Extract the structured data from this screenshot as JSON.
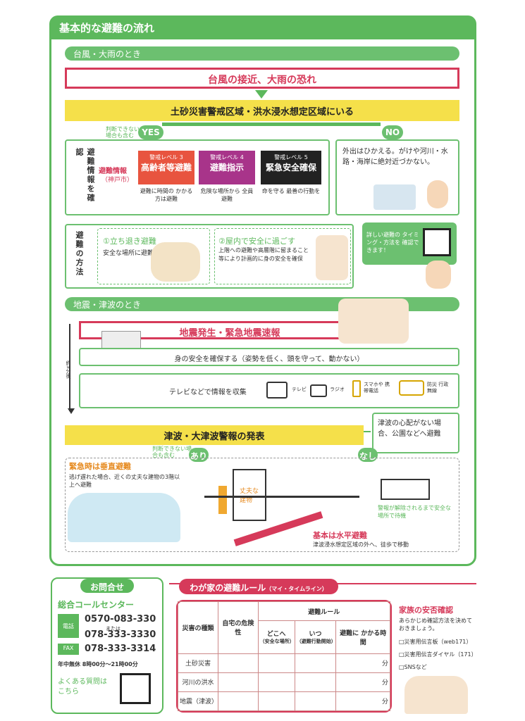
{
  "title": "基本的な避難の流れ",
  "typhoon": {
    "bar": "台風・大雨のとき",
    "trigger": "台風の接近、大雨の恐れ",
    "zone": "土砂災害警戒区域・洪水浸水想定区域にいる",
    "unsure": "判断できない場合も含む",
    "yes": "YES",
    "no": "NO",
    "info_label": "避難情報を確認",
    "info_src": "避難情報",
    "info_city": "（神戸市）",
    "levels": [
      {
        "tag": "警戒レベル 3",
        "name": "高齢者等避難",
        "note": "避難に時間の かかる方は避難",
        "color": "#e8543f"
      },
      {
        "tag": "警戒レベル 4",
        "name": "避難指示",
        "note": "危険な場所から 全員避難",
        "color": "#a8348a"
      },
      {
        "tag": "警戒レベル 5",
        "name": "緊急安全確保",
        "note": "命を守る 最善の行動を",
        "color": "#222222"
      }
    ],
    "no_text": "外出はひかえる。がけや河川・水路・海岸に絶対近づかない。",
    "method_label": "避難の方法",
    "method1_title": "①立ち退き避難",
    "method1_text": "安全な場所に避難",
    "method2_title": "②屋内で安全に過ごす",
    "method2_text": "上階への避難や高層階に留まること等により計画的に身の安全を確保",
    "qr_text": "詳しい避難の タイミング・方法を 確認できます！"
  },
  "quake": {
    "bar": "地震・津波のとき",
    "trigger": "地震発生・緊急地震速報",
    "safety": "身の安全を確保する（姿勢を低く、頭を守って、動かない）",
    "info": "テレビなどで情報を収集",
    "media": [
      "テレビ",
      "ラジオ",
      "スマホや 携帯電話",
      "防災 行政無線"
    ],
    "approx": "約3分後",
    "tsunami": "津波・大津波警報の発表",
    "no_worry": "津波の心配がない場合、公園などへ避難",
    "unsure": "判断できない場合も含む",
    "yes": "あり",
    "no": "なし",
    "vertical_title": "緊急時は垂直避難",
    "vertical_text": "逃げ遅れた場合、近くの丈夫な建物の3階以上へ避難",
    "building": "丈夫な建物",
    "horizontal_title": "基本は水平避難",
    "horizontal_text": "津波浸水想定区域の外へ、徒歩で移動",
    "wait": "警報が解除されるまで安全な場所で待機"
  },
  "contact": {
    "header": "お問合せ",
    "center": "総合コールセンター",
    "tel_label": "電話",
    "tel1": "0570-083-330",
    "or": "または",
    "tel2": "078-333-3330",
    "fax_label": "FAX",
    "fax": "078-333-3314",
    "hours": "年中無休 8時00分～21時00分",
    "faq": "よくある質問はこちら"
  },
  "family": {
    "header": "わが家の避難ルール",
    "header_sub": "（マイ・タイムライン）",
    "col_type": "災害の種類",
    "col_danger": "自宅の危険性",
    "rule": "避難ルール",
    "col_where": "どこへ",
    "col_where_sub": "（安全な場所）",
    "col_when": "いつ",
    "col_when_sub": "（避難行動開始）",
    "col_time": "避難に かかる時間",
    "rows": [
      "土砂災害",
      "河川の洪水",
      "地震（津波）"
    ],
    "unit": "分",
    "safety_title": "家族の安否確認",
    "safety_text": "あらかじめ確認方法を決めておきましょう。",
    "options": [
      "□災害用伝言板（web171）",
      "□災害用伝言ダイヤル（171）",
      "□SNSなど"
    ]
  }
}
